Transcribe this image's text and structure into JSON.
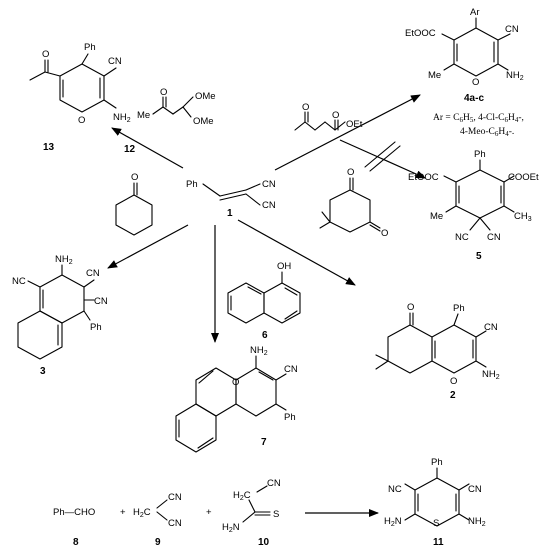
{
  "compounds": {
    "c1": {
      "num": "1",
      "ph": "Ph",
      "cn_top": "CN",
      "cn_bot": "CN"
    },
    "c13": {
      "num": "13",
      "ph": "Ph",
      "cn": "CN",
      "nh2": "NH",
      "nh2_sub": "2",
      "o": "O"
    },
    "c12": {
      "num": "12",
      "me": "Me",
      "o": "O",
      "ome1": "OMe",
      "ome2": "OMe"
    },
    "c4": {
      "num": "4a-c",
      "ar": "Ar",
      "etooc": "EtOOC",
      "cn": "CN",
      "me": "Me",
      "nh2": "NH",
      "nh2_sub": "2",
      "o": "O",
      "ar_def": "Ar = C",
      "ar_def_a_sub": "6",
      "ar_def_b": "H",
      "ar_def_b_sub": "5",
      "ar_def_c": ", 4-Cl-C",
      "ar_def_c_sub": "6",
      "ar_def_d": "H",
      "ar_def_d_sub": "4",
      "ar_def_e": "-,",
      "ar_def2": "4-Meo-C",
      "ar_def2_sub": "6",
      "ar_def2_b": "H",
      "ar_def2_b_sub": "4",
      "ar_def2_c": "-."
    },
    "ketoester": {
      "o1": "O",
      "o2": "O",
      "oet": "OEt"
    },
    "c5": {
      "num": "5",
      "ph": "Ph",
      "etooc": "EtOOC",
      "cooet": "COOEt",
      "me1": "Me",
      "ch3": "CH",
      "ch3_sub": "3",
      "nc": "NC",
      "cn": "CN"
    },
    "cyclohexanone": {
      "o": "O"
    },
    "dimedone": {
      "o1": "O",
      "o2": "O"
    },
    "c3": {
      "num": "3",
      "nh2": "NH",
      "nh2_sub": "2",
      "nc": "NC",
      "cn1": "CN",
      "cn2": "CN",
      "ph": "Ph"
    },
    "c6": {
      "num": "6",
      "oh": "OH"
    },
    "c2": {
      "num": "2",
      "o": "O",
      "ph": "Ph",
      "cn": "CN",
      "nh2": "NH",
      "nh2_sub": "2",
      "o_ring": "O"
    },
    "c7": {
      "num": "7",
      "nh2": "NH",
      "nh2_sub": "2",
      "cn": "CN",
      "o": "O",
      "ph": "Ph"
    },
    "c8": {
      "num": "8",
      "text": "Ph—CHO"
    },
    "c9": {
      "num": "9",
      "h2c": "H",
      "h2c_sub": "2",
      "h2c_c": "C",
      "cn1": "CN",
      "cn2": "CN"
    },
    "c10": {
      "num": "10",
      "h2c": "H",
      "h2c_sub": "2",
      "h2c_c": "C",
      "cn": "CN",
      "h2n": "H",
      "h2n_sub": "2",
      "h2n_n": "N",
      "s": "S"
    },
    "c11": {
      "num": "11",
      "ph": "Ph",
      "nc": "NC",
      "cn": "CN",
      "h2n": "H",
      "h2n_sub": "2",
      "h2n_n": "N",
      "nh2": "NH",
      "nh2_sub": "2",
      "s": "S"
    },
    "plus1": "+",
    "plus2": "+"
  }
}
